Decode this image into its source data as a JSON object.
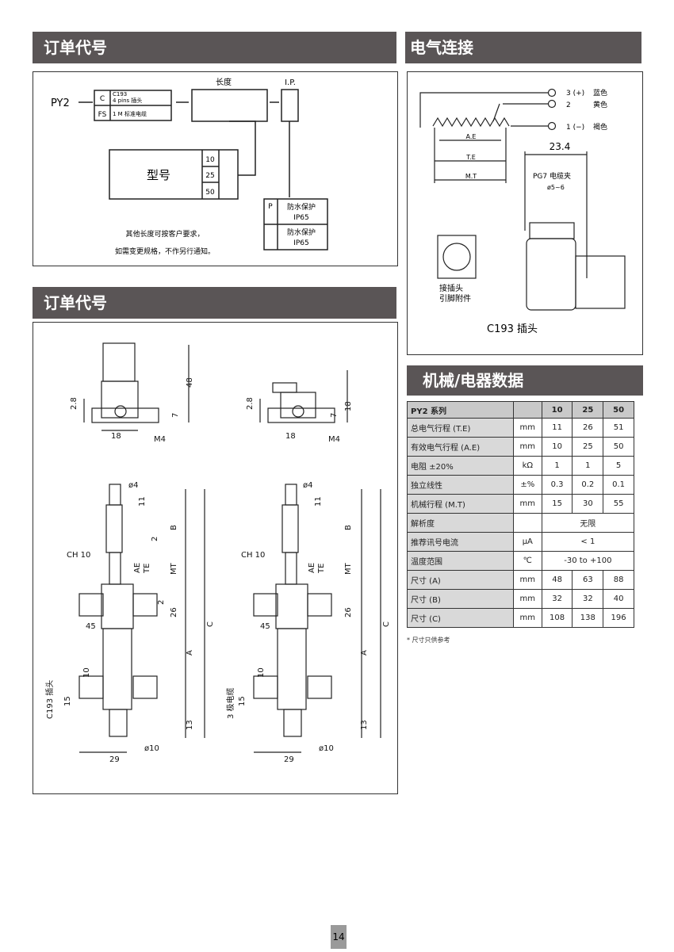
{
  "sections": {
    "order_code_1": "订单代号",
    "electrical": "电气连接",
    "order_code_2": "订单代号",
    "mech_elec": "机械/电器数据"
  },
  "order": {
    "prefix": "PY2",
    "length_label": "长度",
    "ip_label": "I.P.",
    "conn_c": "C",
    "conn_c_desc_1": "C193",
    "conn_c_desc_2": "4 pins 插头",
    "conn_fs": "FS",
    "conn_fs_desc": "1 M 标准电缆",
    "model_label": "型号",
    "len_10": "10",
    "len_25": "25",
    "len_50": "50",
    "ip_p": "P",
    "ip_desc_1": "防水保护",
    "ip_desc_1b": "IP65",
    "ip_desc_2": "防水保护",
    "ip_desc_2b": "IP65",
    "note_1": "其他长度可按客户要求，",
    "note_2": "如需变更规格，不作另行通知。"
  },
  "electrical": {
    "pin3": "3 (+)",
    "pin3_color": "蓝色",
    "pin2": "2",
    "pin2_color": "黄色",
    "pin1": "1 (−)",
    "pin1_color": "褐色",
    "ae": "A.E",
    "te": "T.E",
    "mt": "M.T",
    "dim_234": "23.4",
    "pg7": "PG7 电缆夹",
    "phi": "ø5~6",
    "plug_label_1": "接插头",
    "plug_label_2": "引脚附件",
    "c193": "C193  插头"
  },
  "drawing": {
    "d28": "2.8",
    "d48": "48",
    "d18": "18",
    "d7": "7",
    "m4": "M4",
    "phi4": "ø4",
    "d11": "11",
    "b": "B",
    "ch10": "CH 10",
    "d2": "2",
    "ae": "AE",
    "te": "TE",
    "mt": "MT",
    "d26": "26",
    "d45": "45",
    "c": "C",
    "a": "A",
    "c193_plug": "C193 插头",
    "cable": "3 极电缆",
    "d10": "10",
    "d15": "15",
    "d13": "13",
    "phi10": "ø10",
    "d29": "29"
  },
  "spec": {
    "header": [
      "PY2 系列",
      "",
      "10",
      "25",
      "50"
    ],
    "rows": [
      {
        "label": "总电气行程 (T.E)",
        "unit": "mm",
        "v": [
          "11",
          "26",
          "51"
        ]
      },
      {
        "label": "有效电气行程 (A.E)",
        "unit": "mm",
        "v": [
          "10",
          "25",
          "50"
        ]
      },
      {
        "label": "电阻 ±20%",
        "unit": "kΩ",
        "v": [
          "1",
          "1",
          "5"
        ]
      },
      {
        "label": "独立线性",
        "unit": "±%",
        "v": [
          "0.3",
          "0.2",
          "0.1"
        ]
      },
      {
        "label": "机械行程 (M.T)",
        "unit": "mm",
        "v": [
          "15",
          "30",
          "55"
        ]
      },
      {
        "label": "解析度",
        "unit": "",
        "span": "无限"
      },
      {
        "label": "推荐讯号电流",
        "unit": "μA",
        "span": "< 1"
      },
      {
        "label": "温度范围",
        "unit": "℃",
        "span": "-30 to +100"
      },
      {
        "label": "尺寸 (A)",
        "unit": "mm",
        "v": [
          "48",
          "63",
          "88"
        ]
      },
      {
        "label": "尺寸 (B)",
        "unit": "mm",
        "v": [
          "32",
          "32",
          "40"
        ]
      },
      {
        "label": "尺寸 (C)",
        "unit": "mm",
        "v": [
          "108",
          "138",
          "196"
        ]
      }
    ],
    "note": "* 尺寸只供参考"
  },
  "page_number": "14"
}
